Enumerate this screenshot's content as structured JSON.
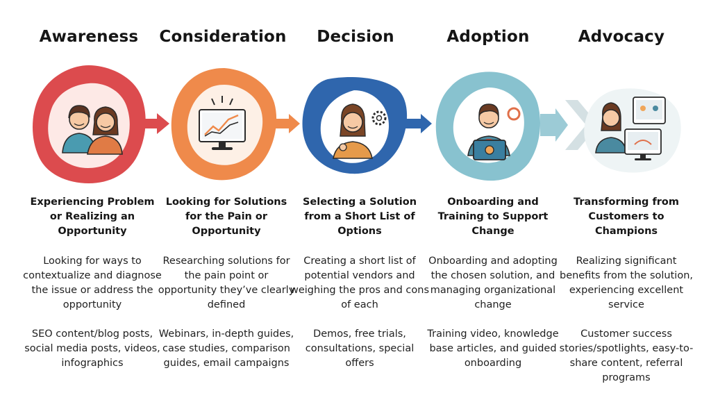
{
  "colors": {
    "awareness": "#dc4b4e",
    "consideration": "#ef8a4b",
    "decision": "#2f66ad",
    "adoption": "#88c2cf",
    "advocacy": "#d4e0e3"
  },
  "stages": [
    {
      "title": "Awareness",
      "subtitle": "Experiencing Problem or Realizing an Opportunity",
      "description": "Looking for ways to contextualize and diagnose the issue or address the opportunity",
      "tactics": "SEO content/blog posts, social media posts, videos, infographics",
      "icon": "two-people-icon"
    },
    {
      "title": "Consideration",
      "subtitle": "Looking for Solutions for the Pain or Opportunity",
      "description": "Researching solutions for the pain point or opportunity they’ve clearly defined",
      "tactics": "Webinars, in-depth guides, case studies, comparison guides, email campaigns",
      "icon": "monitor-chart-icon"
    },
    {
      "title": "Decision",
      "subtitle": "Selecting a Solution from a Short List of Options",
      "description": "Creating a short list of potential vendors and weighing the pros and cons of each",
      "tactics": "Demos, free trials, consultations, special offers",
      "icon": "person-thinking-gear-icon"
    },
    {
      "title": "Adoption",
      "subtitle": "Onboarding and Training to Support Change",
      "description": "Onboarding and adopting the chosen solution, and managing organizational change",
      "tactics": "Training video, knowledge base articles, and guided onboarding",
      "icon": "person-laptop-icon"
    },
    {
      "title": "Advocacy",
      "subtitle": "Transforming from Customers to Champions",
      "description": "Realizing significant benefits from the solution, experiencing excellent service",
      "tactics": "Customer success stories/spotlights, easy-to-share content, referral programs",
      "icon": "person-video-call-icon"
    }
  ]
}
